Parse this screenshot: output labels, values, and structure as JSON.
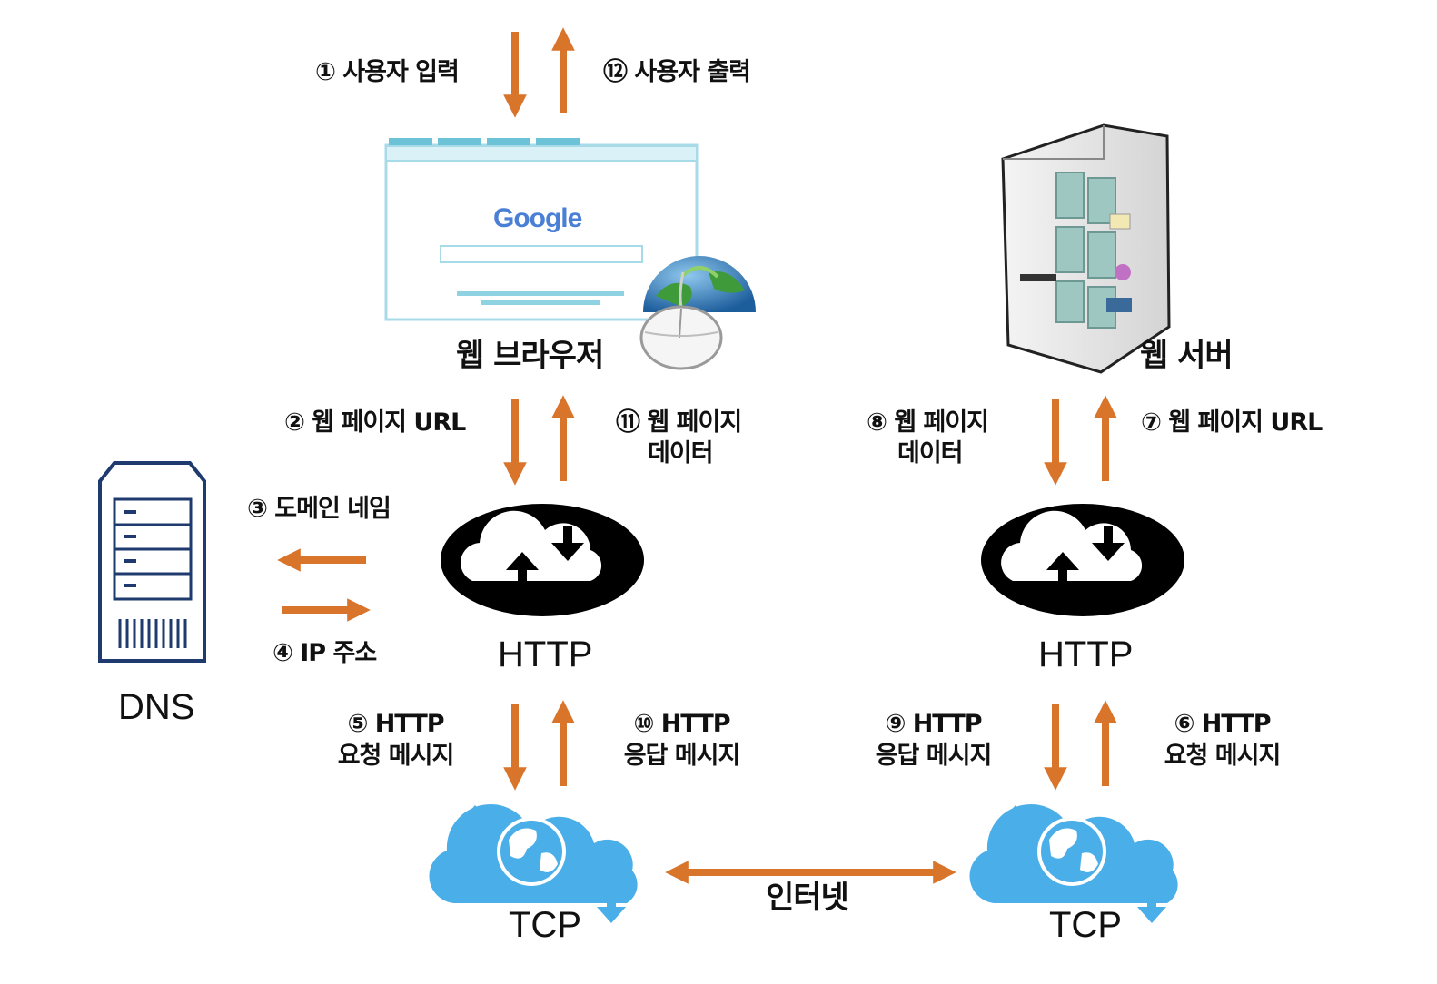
{
  "nodes": {
    "browser": "웹 브라우저",
    "web_server": "웹 서버",
    "dns": "DNS",
    "http_left": "HTTP",
    "http_right": "HTTP",
    "tcp_left": "TCP",
    "tcp_right": "TCP",
    "internet": "인터넷"
  },
  "browser_logo": "Google",
  "steps": {
    "s1": "① 사용자 입력",
    "s2": "② 웹 페이지 URL",
    "s3": "③ 도메인 네임",
    "s4": "④ IP 주소",
    "s5a": "⑤ HTTP",
    "s5b": "요청 메시지",
    "s6a": "⑥ HTTP",
    "s6b": "요청 메시지",
    "s7": "⑦ 웹 페이지 URL",
    "s8a": "⑧ 웹 페이지",
    "s8b": "데이터",
    "s9a": "⑨ HTTP",
    "s9b": "응답 메시지",
    "s10a": "⑩ HTTP",
    "s10b": "응답 메시지",
    "s11a": "⑪ 웹 페이지",
    "s11b": "데이터",
    "s12": "⑫ 사용자 출력"
  },
  "colors": {
    "arrow": "#d9742b",
    "tcp_cloud": "#4aaee8",
    "http_cloud": "#000000",
    "dns": "#1e3a6e"
  }
}
